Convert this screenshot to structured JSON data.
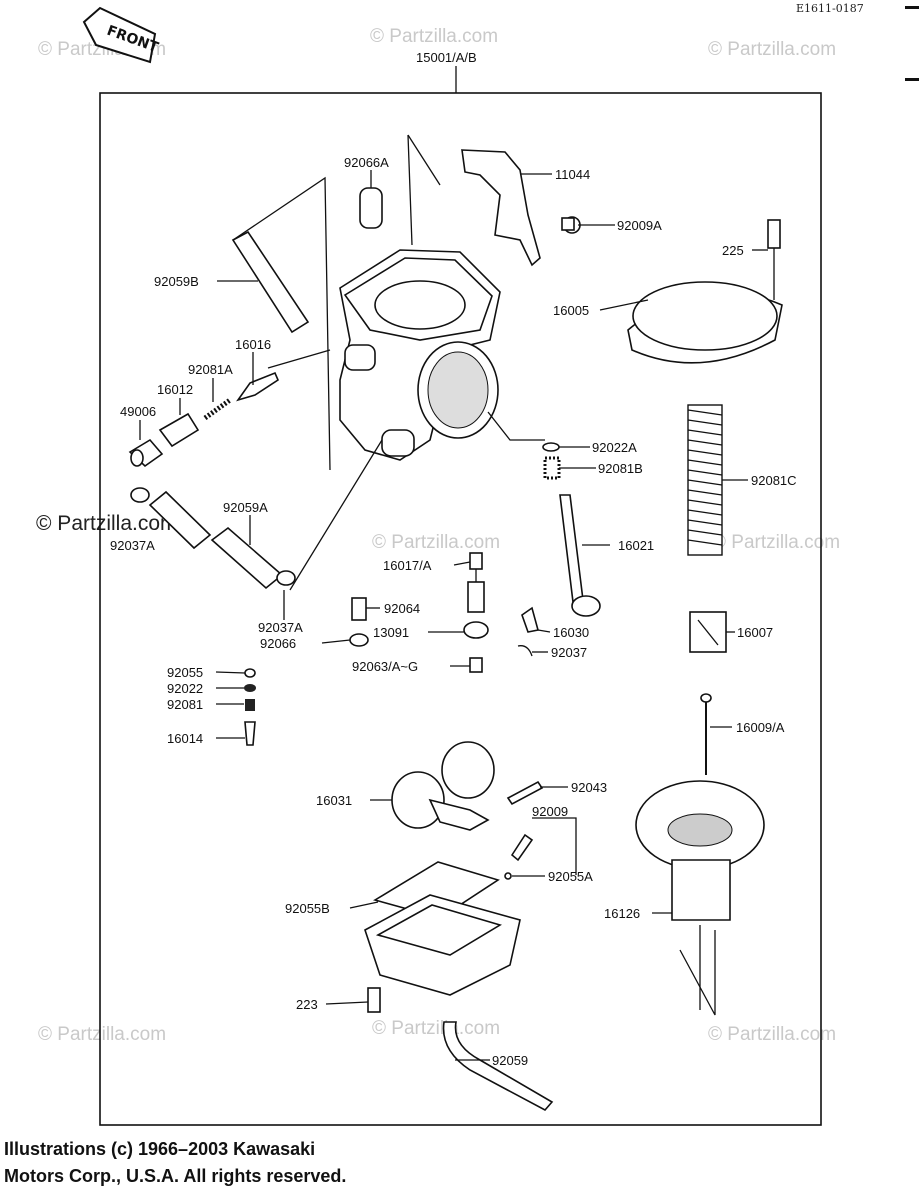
{
  "drawing_code": "E1611-0187",
  "front_label": "FRONT",
  "assembly_label": "15001/A/B",
  "watermark": "© Partzilla.com",
  "parts": {
    "p11044": "11044",
    "p92009A": "92009A",
    "p92066A": "92066A",
    "p225": "225",
    "p92059B": "92059B",
    "p16005": "16005",
    "p16016": "16016",
    "p92081A": "92081A",
    "p16012": "16012",
    "p49006": "49006",
    "p92022A": "92022A",
    "p92081B": "92081B",
    "p92081C": "92081C",
    "p92059A": "92059A",
    "p92037A_left": "92037A",
    "p16021": "16021",
    "p16017A": "16017/A",
    "p92064": "92064",
    "p92037A": "92037A",
    "p92066": "92066",
    "p13091": "13091",
    "p16030": "16030",
    "p16007": "16007",
    "p92063": "92063/A~G",
    "p92037": "92037",
    "p92055": "92055",
    "p92022": "92022",
    "p92081": "92081",
    "p16014": "16014",
    "p16009A": "16009/A",
    "p92043": "92043",
    "p16031": "16031",
    "p92009": "92009",
    "p92055A": "92055A",
    "p92055B": "92055B",
    "p16126": "16126",
    "p223": "223",
    "p92059": "92059"
  },
  "footer": {
    "line1": "Illustrations (c) 1966–2003 Kawasaki",
    "line2": "Motors Corp., U.S.A.  All rights reserved."
  }
}
